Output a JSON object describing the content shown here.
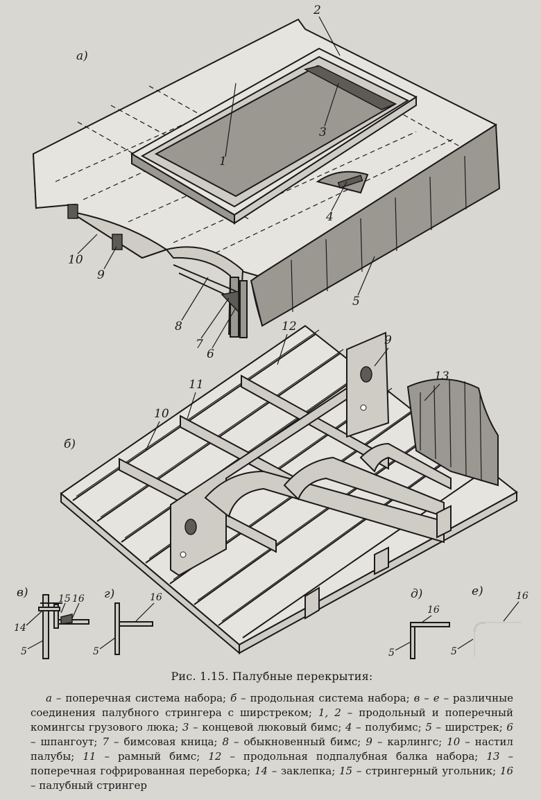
{
  "figure": {
    "panels": {
      "a": "а)",
      "b": "б)",
      "v": "в)",
      "g": "г)",
      "d": "д)",
      "e": "е)"
    },
    "callouts_a": [
      "1",
      "2",
      "3",
      "4",
      "5",
      "6",
      "7",
      "8",
      "9",
      "10"
    ],
    "callouts_b": [
      "9",
      "10",
      "11",
      "12",
      "13"
    ],
    "callouts_v": [
      "14",
      "15",
      "16",
      "5"
    ],
    "callouts_g": [
      "16",
      "5"
    ],
    "callouts_d": [
      "16",
      "5"
    ],
    "callouts_e": [
      "16",
      "5"
    ]
  },
  "caption": {
    "title": "Рис. 1.15. Палубные перекрытия:",
    "legend": [
      {
        "key": "а",
        "text": "поперечная система набора;"
      },
      {
        "key": "б",
        "text": "продольная система набора;"
      },
      {
        "key": "в – е",
        "text": "различные соединения палубного стрингера с ширстреком;"
      },
      {
        "key": "1, 2",
        "text": "продольный и поперечный комингсы грузового люка;"
      },
      {
        "key": "3",
        "text": "концевой люковый бимс;"
      },
      {
        "key": "4",
        "text": "полубимс;"
      },
      {
        "key": "5",
        "text": "ширстрек;"
      },
      {
        "key": "6",
        "text": "шпангоут;"
      },
      {
        "key": "7",
        "text": "бимсовая кница;"
      },
      {
        "key": "8",
        "text": "обыкновенный бимс;"
      },
      {
        "key": "9",
        "text": "карлингс;"
      },
      {
        "key": "10",
        "text": "настил палубы;"
      },
      {
        "key": "11",
        "text": "рамный бимс;"
      },
      {
        "key": "12",
        "text": "продольная подпалубная балка набора;"
      },
      {
        "key": "13",
        "text": "поперечная гофрированная переборка;"
      },
      {
        "key": "14",
        "text": "заклепка;"
      },
      {
        "key": "15",
        "text": "стрингерный угольник;"
      },
      {
        "key": "16",
        "text": "палубный стрингер"
      }
    ]
  }
}
